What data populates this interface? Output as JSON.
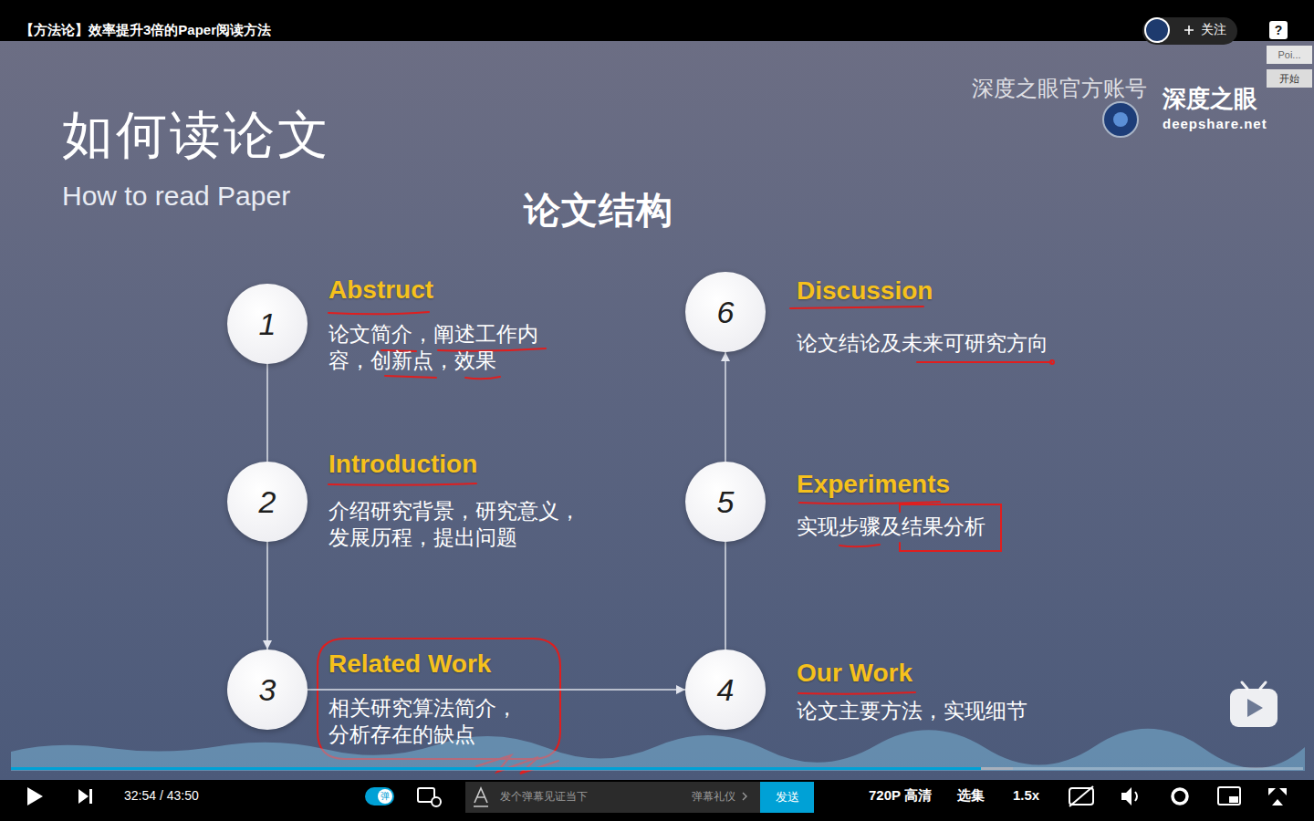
{
  "diagram": {
    "title": "论文结构",
    "nodes": [
      {
        "text": [
          "1",
          "Abstruct",
          "论文简介，阐述工作内 容，创新点，效果"
        ]
      },
      {
        "text": [
          "2",
          "Introduction",
          "介绍研究背景，研究意义， 发展历程，提出问题"
        ]
      },
      {
        "text": [
          "3",
          "Related Work",
          "相关研究算法简介， 分析存在的缺点"
        ]
      },
      {
        "text": [
          "4",
          "Our Work",
          "论文主要方法，实现细节"
        ]
      },
      {
        "text": [
          "5",
          "Experiments",
          "实现步骤及结果分析"
        ]
      },
      {
        "text": [
          "6",
          "Discussion",
          "论文结论及未来可研究方向"
        ]
      }
    ],
    "edges": [
      {
        "from": 0,
        "to": 1,
        "arrow": "none"
      },
      {
        "from": 1,
        "to": 2,
        "arrow": "to"
      },
      {
        "from": 2,
        "to": 3,
        "arrow": "to"
      },
      {
        "from": 3,
        "to": 4,
        "arrow": "none"
      },
      {
        "from": 4,
        "to": 5,
        "arrow": "to"
      }
    ],
    "labels": [
      "【方法论】效率提升3倍的Paper阅读方法",
      "关注",
      "?",
      "Poi...",
      "开始",
      "如何读论文",
      "How to read Paper",
      "深度之眼官方账号",
      "深度之眼",
      "deepshare.net",
      "32:54 / 43:50",
      "弹",
      "发个弹幕见证当下",
      "弹幕礼仪",
      "发送",
      "720P 高清",
      "选集",
      "1.5x"
    ]
  }
}
